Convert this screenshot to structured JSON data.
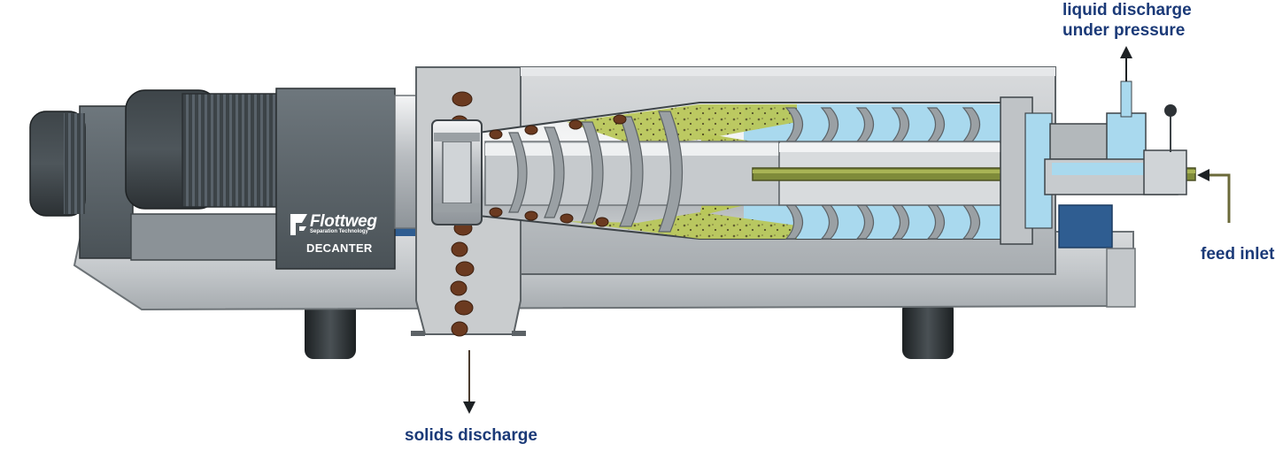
{
  "labels": {
    "liquid_discharge_line1": "liquid discharge",
    "liquid_discharge_line2": "under pressure",
    "feed_inlet": "feed inlet",
    "solids_discharge": "solids discharge"
  },
  "brand": {
    "name": "Flottweg",
    "tagline": "Separation Technology",
    "product": "DECANTER"
  },
  "colors": {
    "label_text": "#1b3a78",
    "liquid": "#a9d9ee",
    "solids": "#6b3a20",
    "sludge": "#b9c75a",
    "housing": "#c6c9cc",
    "motor": "#5d666d",
    "frame_blue": "#2f5d91"
  }
}
